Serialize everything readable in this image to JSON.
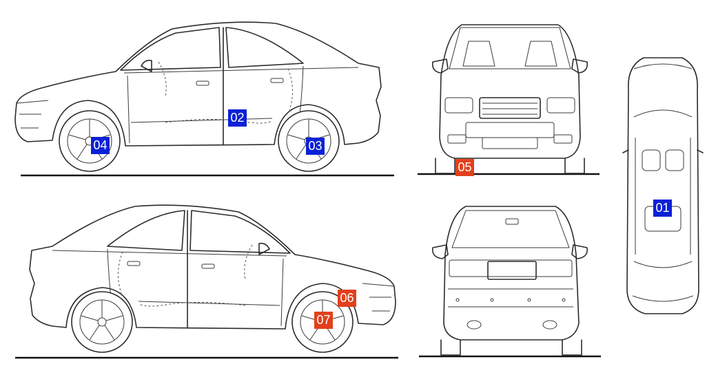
{
  "colors": {
    "marker_blue": "#0a21d6",
    "marker_red": "#e2401c",
    "line": "#2b2b2b"
  },
  "markers": [
    {
      "id": "m01",
      "label": "01",
      "color": "blue"
    },
    {
      "id": "m02",
      "label": "02",
      "color": "blue"
    },
    {
      "id": "m03",
      "label": "03",
      "color": "blue"
    },
    {
      "id": "m04",
      "label": "04",
      "color": "blue"
    },
    {
      "id": "m05",
      "label": "05",
      "color": "red"
    },
    {
      "id": "m06",
      "label": "06",
      "color": "red"
    },
    {
      "id": "m07",
      "label": "07",
      "color": "red"
    }
  ]
}
